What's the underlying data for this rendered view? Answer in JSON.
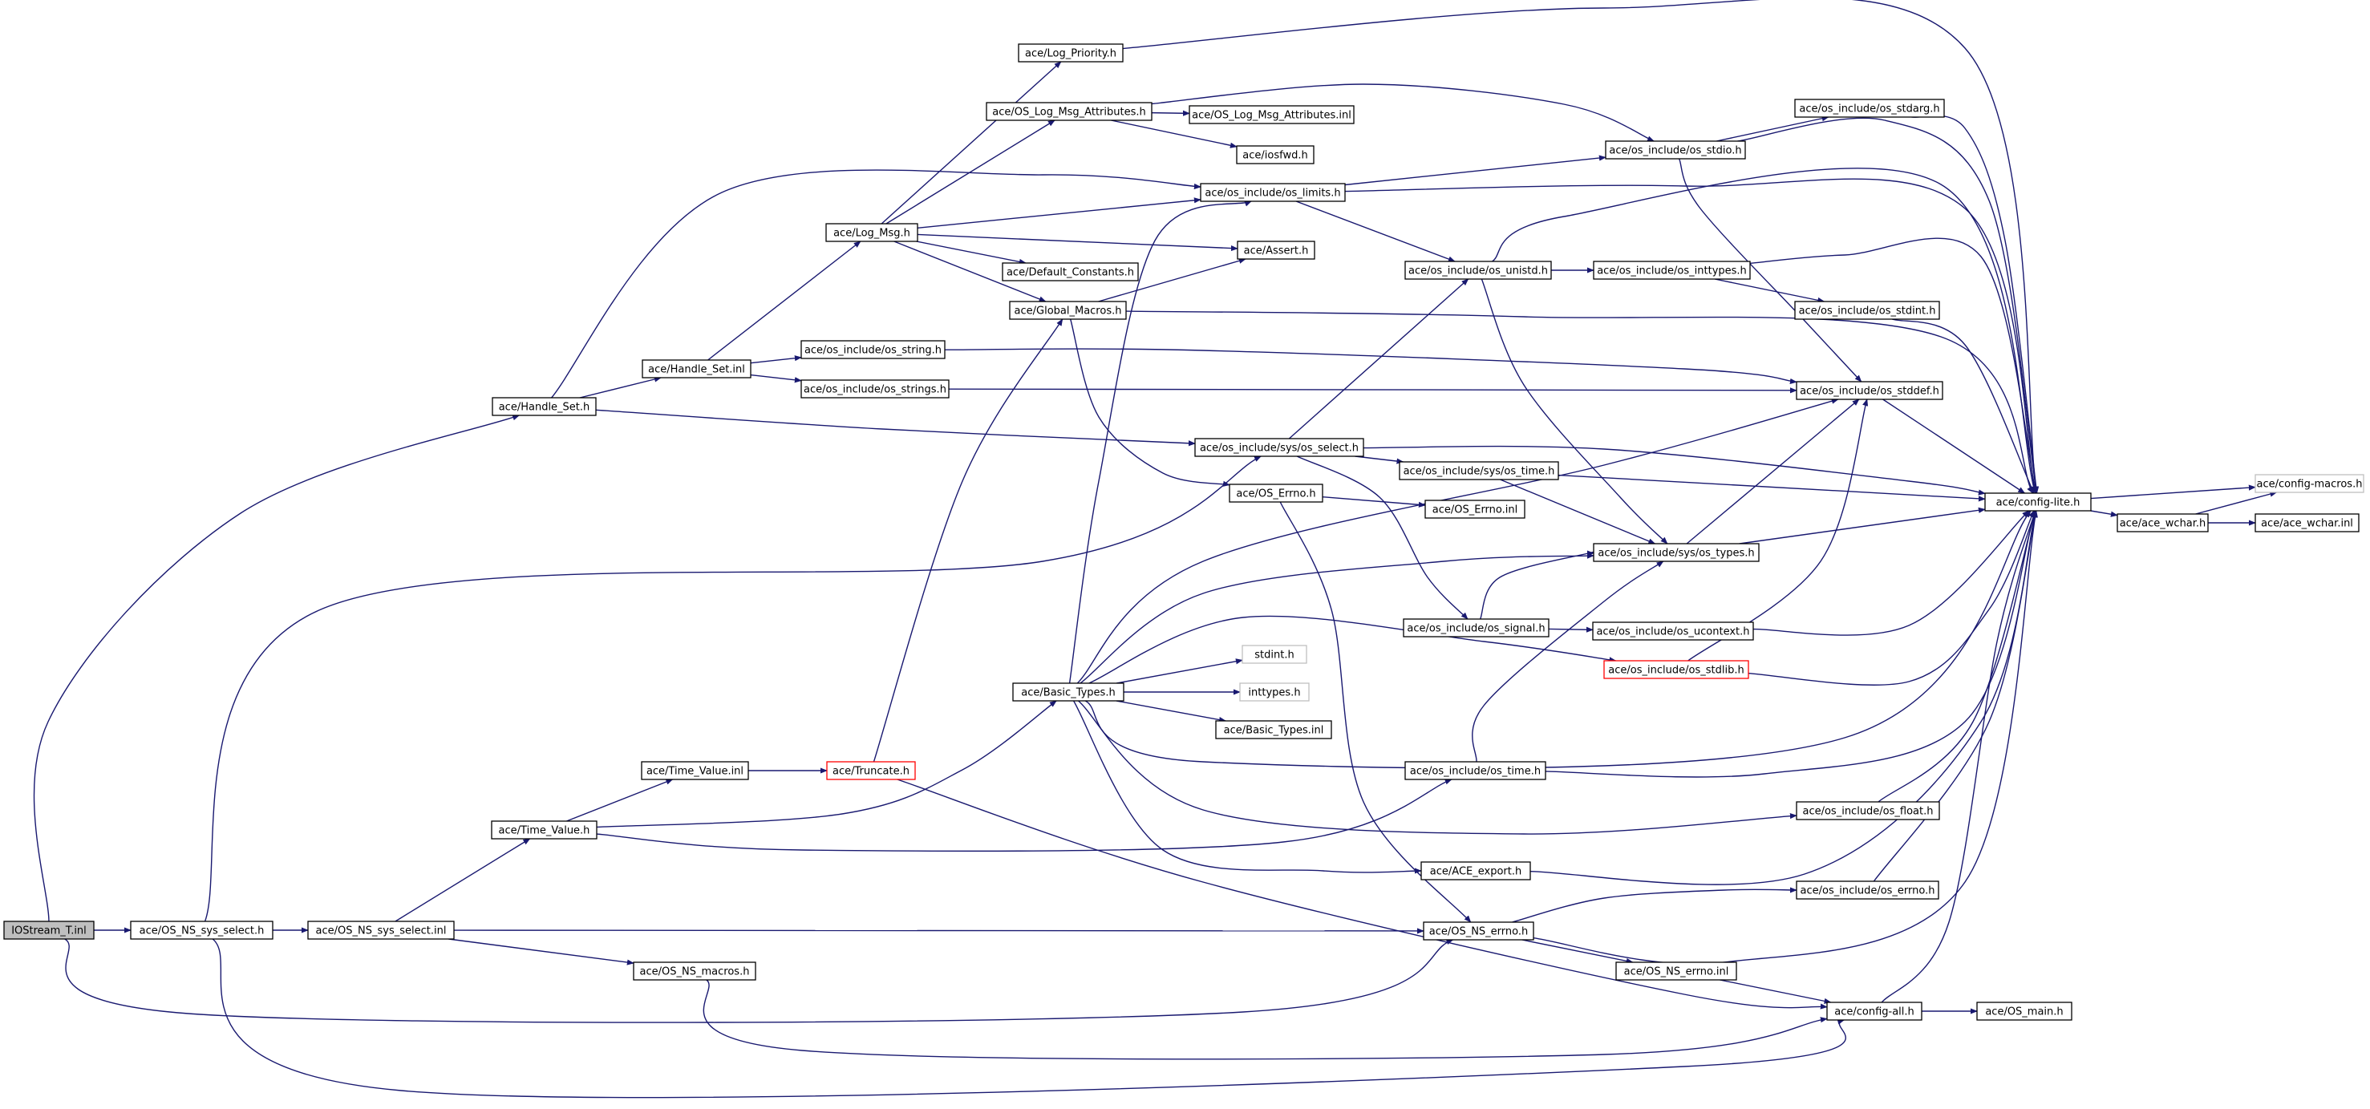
{
  "diagram": {
    "colors": {
      "edge": "#191970",
      "node_border": "#000000",
      "node_fill": "#ffffff",
      "root_fill": "#bfbfbf",
      "truncated_border": "#ff0000",
      "external_border": "#bfbfbf"
    },
    "nodes": [
      {
        "id": "iostream",
        "label": "IOStream_T.inl",
        "style": "root"
      },
      {
        "id": "ns_sys_select_h",
        "label": "ace/OS_NS_sys_select.h",
        "style": "normal"
      },
      {
        "id": "ns_sys_select_inl",
        "label": "ace/OS_NS_sys_select.inl",
        "style": "normal"
      },
      {
        "id": "handle_set_h",
        "label": "ace/Handle_Set.h",
        "style": "normal"
      },
      {
        "id": "handle_set_inl",
        "label": "ace/Handle_Set.inl",
        "style": "normal"
      },
      {
        "id": "log_msg",
        "label": "ace/Log_Msg.h",
        "style": "normal"
      },
      {
        "id": "log_priority",
        "label": "ace/Log_Priority.h",
        "style": "normal"
      },
      {
        "id": "os_log_msg_attr_h",
        "label": "ace/OS_Log_Msg_Attributes.h",
        "style": "normal"
      },
      {
        "id": "os_log_msg_attr_inl",
        "label": "ace/OS_Log_Msg_Attributes.inl",
        "style": "normal"
      },
      {
        "id": "iosfwd",
        "label": "ace/iosfwd.h",
        "style": "normal"
      },
      {
        "id": "os_limits",
        "label": "ace/os_include/os_limits.h",
        "style": "normal"
      },
      {
        "id": "assert_h",
        "label": "ace/Assert.h",
        "style": "normal"
      },
      {
        "id": "default_constants",
        "label": "ace/Default_Constants.h",
        "style": "normal"
      },
      {
        "id": "global_macros",
        "label": "ace/Global_Macros.h",
        "style": "normal"
      },
      {
        "id": "os_string",
        "label": "ace/os_include/os_string.h",
        "style": "normal"
      },
      {
        "id": "os_strings",
        "label": "ace/os_include/os_strings.h",
        "style": "normal"
      },
      {
        "id": "os_stdio",
        "label": "ace/os_include/os_stdio.h",
        "style": "normal"
      },
      {
        "id": "os_stdarg",
        "label": "ace/os_include/os_stdarg.h",
        "style": "normal"
      },
      {
        "id": "os_unistd",
        "label": "ace/os_include/os_unistd.h",
        "style": "normal"
      },
      {
        "id": "os_inttypes",
        "label": "ace/os_include/os_inttypes.h",
        "style": "normal"
      },
      {
        "id": "os_stdint",
        "label": "ace/os_include/os_stdint.h",
        "style": "normal"
      },
      {
        "id": "os_stddef",
        "label": "ace/os_include/os_stddef.h",
        "style": "normal"
      },
      {
        "id": "sys_os_select",
        "label": "ace/os_include/sys/os_select.h",
        "style": "normal"
      },
      {
        "id": "sys_os_time",
        "label": "ace/os_include/sys/os_time.h",
        "style": "normal"
      },
      {
        "id": "os_errno_h",
        "label": "ace/OS_Errno.h",
        "style": "normal"
      },
      {
        "id": "os_errno_inl",
        "label": "ace/OS_Errno.inl",
        "style": "normal"
      },
      {
        "id": "config_lite",
        "label": "ace/config-lite.h",
        "style": "normal"
      },
      {
        "id": "config_macros",
        "label": "ace/config-macros.h",
        "style": "external"
      },
      {
        "id": "ace_wchar_h",
        "label": "ace/ace_wchar.h",
        "style": "normal"
      },
      {
        "id": "ace_wchar_inl",
        "label": "ace/ace_wchar.inl",
        "style": "normal"
      },
      {
        "id": "sys_os_types",
        "label": "ace/os_include/sys/os_types.h",
        "style": "normal"
      },
      {
        "id": "os_signal",
        "label": "ace/os_include/os_signal.h",
        "style": "normal"
      },
      {
        "id": "os_ucontext",
        "label": "ace/os_include/os_ucontext.h",
        "style": "normal"
      },
      {
        "id": "os_stdlib",
        "label": "ace/os_include/os_stdlib.h",
        "style": "truncated"
      },
      {
        "id": "basic_types_h",
        "label": "ace/Basic_Types.h",
        "style": "normal"
      },
      {
        "id": "stdint",
        "label": "stdint.h",
        "style": "external"
      },
      {
        "id": "inttypes",
        "label": "inttypes.h",
        "style": "external"
      },
      {
        "id": "basic_types_inl",
        "label": "ace/Basic_Types.inl",
        "style": "normal"
      },
      {
        "id": "time_value_inl",
        "label": "ace/Time_Value.inl",
        "style": "normal"
      },
      {
        "id": "truncate",
        "label": "ace/Truncate.h",
        "style": "truncated"
      },
      {
        "id": "time_value_h",
        "label": "ace/Time_Value.h",
        "style": "normal"
      },
      {
        "id": "os_time",
        "label": "ace/os_include/os_time.h",
        "style": "normal"
      },
      {
        "id": "os_float",
        "label": "ace/os_include/os_float.h",
        "style": "normal"
      },
      {
        "id": "ace_export",
        "label": "ace/ACE_export.h",
        "style": "normal"
      },
      {
        "id": "os_errno_inc",
        "label": "ace/os_include/os_errno.h",
        "style": "normal"
      },
      {
        "id": "os_ns_errno_h",
        "label": "ace/OS_NS_errno.h",
        "style": "normal"
      },
      {
        "id": "os_ns_errno_inl",
        "label": "ace/OS_NS_errno.inl",
        "style": "normal"
      },
      {
        "id": "os_ns_macros",
        "label": "ace/OS_NS_macros.h",
        "style": "normal"
      },
      {
        "id": "config_all",
        "label": "ace/config-all.h",
        "style": "normal"
      },
      {
        "id": "os_main",
        "label": "ace/OS_main.h",
        "style": "normal"
      }
    ],
    "edges": [
      [
        "iostream",
        "ns_sys_select_h"
      ],
      [
        "iostream",
        "handle_set_h"
      ],
      [
        "iostream",
        "os_ns_errno_h"
      ],
      [
        "ns_sys_select_h",
        "ns_sys_select_inl"
      ],
      [
        "ns_sys_select_h",
        "sys_os_select"
      ],
      [
        "ns_sys_select_h",
        "config_all"
      ],
      [
        "ns_sys_select_inl",
        "time_value_h"
      ],
      [
        "ns_sys_select_inl",
        "os_ns_errno_h"
      ],
      [
        "ns_sys_select_inl",
        "os_ns_macros"
      ],
      [
        "handle_set_h",
        "handle_set_inl"
      ],
      [
        "handle_set_h",
        "os_limits"
      ],
      [
        "handle_set_h",
        "sys_os_select"
      ],
      [
        "handle_set_inl",
        "log_msg"
      ],
      [
        "handle_set_inl",
        "os_string"
      ],
      [
        "handle_set_inl",
        "os_strings"
      ],
      [
        "log_msg",
        "log_priority"
      ],
      [
        "log_msg",
        "os_log_msg_attr_h"
      ],
      [
        "log_msg",
        "os_limits"
      ],
      [
        "log_msg",
        "assert_h"
      ],
      [
        "log_msg",
        "default_constants"
      ],
      [
        "log_msg",
        "global_macros"
      ],
      [
        "log_priority",
        "config_lite"
      ],
      [
        "os_log_msg_attr_h",
        "os_log_msg_attr_inl"
      ],
      [
        "os_log_msg_attr_h",
        "iosfwd"
      ],
      [
        "os_log_msg_attr_h",
        "os_stdio"
      ],
      [
        "os_limits",
        "os_stdio"
      ],
      [
        "os_limits",
        "os_unistd"
      ],
      [
        "os_limits",
        "config_lite"
      ],
      [
        "global_macros",
        "assert_h"
      ],
      [
        "global_macros",
        "os_errno_h"
      ],
      [
        "global_macros",
        "config_lite"
      ],
      [
        "os_string",
        "os_stddef"
      ],
      [
        "os_strings",
        "os_stddef"
      ],
      [
        "os_stdio",
        "os_stdarg"
      ],
      [
        "os_stdio",
        "os_stddef"
      ],
      [
        "os_stdio",
        "config_lite"
      ],
      [
        "os_stdarg",
        "config_lite"
      ],
      [
        "os_unistd",
        "os_inttypes"
      ],
      [
        "os_unistd",
        "sys_os_types"
      ],
      [
        "os_unistd",
        "config_lite"
      ],
      [
        "os_inttypes",
        "os_stdint"
      ],
      [
        "os_inttypes",
        "config_lite"
      ],
      [
        "os_stdint",
        "config_lite"
      ],
      [
        "os_stddef",
        "config_lite"
      ],
      [
        "sys_os_select",
        "os_unistd"
      ],
      [
        "sys_os_select",
        "sys_os_time"
      ],
      [
        "sys_os_select",
        "os_signal"
      ],
      [
        "sys_os_select",
        "config_lite"
      ],
      [
        "sys_os_time",
        "sys_os_types"
      ],
      [
        "sys_os_time",
        "config_lite"
      ],
      [
        "os_errno_h",
        "os_errno_inl"
      ],
      [
        "os_errno_h",
        "os_ns_errno_h"
      ],
      [
        "config_lite",
        "config_macros"
      ],
      [
        "config_lite",
        "ace_wchar_h"
      ],
      [
        "ace_wchar_h",
        "config_macros"
      ],
      [
        "ace_wchar_h",
        "ace_wchar_inl"
      ],
      [
        "sys_os_types",
        "os_stddef"
      ],
      [
        "sys_os_types",
        "config_lite"
      ],
      [
        "os_signal",
        "sys_os_types"
      ],
      [
        "os_signal",
        "os_ucontext"
      ],
      [
        "os_ucontext",
        "config_lite"
      ],
      [
        "os_stdlib",
        "os_stddef"
      ],
      [
        "os_stdlib",
        "config_lite"
      ],
      [
        "basic_types_h",
        "os_limits"
      ],
      [
        "basic_types_h",
        "os_stddef"
      ],
      [
        "basic_types_h",
        "sys_os_types"
      ],
      [
        "basic_types_h",
        "os_stdlib"
      ],
      [
        "basic_types_h",
        "stdint"
      ],
      [
        "basic_types_h",
        "inttypes"
      ],
      [
        "basic_types_h",
        "basic_types_inl"
      ],
      [
        "basic_types_h",
        "config_lite"
      ],
      [
        "basic_types_h",
        "os_float"
      ],
      [
        "basic_types_h",
        "ace_export"
      ],
      [
        "time_value_inl",
        "truncate"
      ],
      [
        "truncate",
        "global_macros"
      ],
      [
        "truncate",
        "config_all"
      ],
      [
        "time_value_h",
        "time_value_inl"
      ],
      [
        "time_value_h",
        "basic_types_h"
      ],
      [
        "time_value_h",
        "os_time"
      ],
      [
        "os_time",
        "sys_os_types"
      ],
      [
        "os_time",
        "config_lite"
      ],
      [
        "os_float",
        "config_lite"
      ],
      [
        "ace_export",
        "config_lite"
      ],
      [
        "os_errno_inc",
        "config_lite"
      ],
      [
        "os_ns_errno_h",
        "os_errno_inc"
      ],
      [
        "os_ns_errno_h",
        "os_ns_errno_inl"
      ],
      [
        "os_ns_errno_h",
        "config_lite"
      ],
      [
        "os_ns_errno_inl",
        "config_all"
      ],
      [
        "os_ns_macros",
        "config_all"
      ],
      [
        "config_all",
        "os_main"
      ],
      [
        "config_all",
        "config_lite"
      ]
    ]
  }
}
